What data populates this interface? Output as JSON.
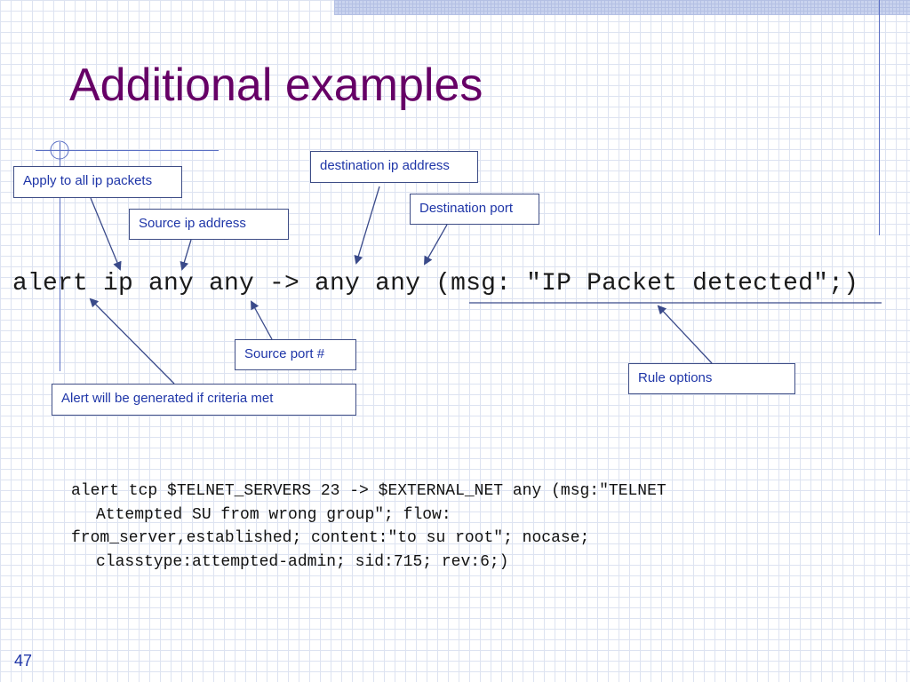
{
  "slide": {
    "title": "Additional examples",
    "page_number": "47"
  },
  "rule": {
    "text": "alert ip any any -> any any (msg: \"IP Packet detected\";)"
  },
  "callouts": {
    "apply_all": "Apply to all ip packets",
    "source_ip": "Source ip address",
    "destination_ip": "destination ip address",
    "destination_port": "Destination port",
    "source_port": "Source port #",
    "alert_generated": "Alert will be generated if criteria met",
    "rule_options": "Rule options"
  },
  "example": {
    "lines": [
      "alert tcp $TELNET_SERVERS 23 -> $EXTERNAL_NET any (msg:\"TELNET",
      "Attempted SU from wrong group\"; flow:",
      "from_server,established; content:\"to su root\"; nocase;",
      "classtype:attempted-admin; sid:715; rev:6;)"
    ]
  },
  "colors": {
    "title": "#660066",
    "callout_text": "#1f36a8",
    "accent_lines": "#5a6fc4",
    "grid": "#dde3f1"
  }
}
